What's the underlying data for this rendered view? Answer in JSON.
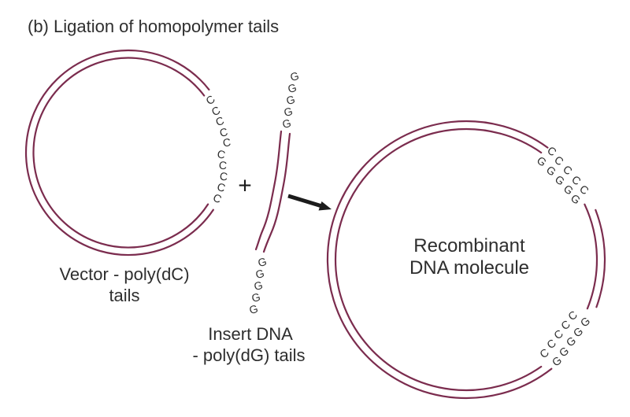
{
  "title": "(b) Ligation of homopolymer tails",
  "operator": "+",
  "colors": {
    "strand": "#7b2c4e",
    "text": "#2e2e2e",
    "dark": "#1c1c1c"
  },
  "vector": {
    "label_line1": "Vector - poly(dC)",
    "label_line2": "tails",
    "tail": [
      "C",
      "C",
      "C",
      "C",
      "C",
      "C",
      "C",
      "C",
      "C",
      "C"
    ]
  },
  "insert": {
    "label_line1": "Insert DNA",
    "label_line2": "- poly(dG) tails",
    "tail_top": [
      "G",
      "G",
      "G",
      "G",
      "G"
    ],
    "tail_bottom": [
      "G",
      "G",
      "G",
      "G",
      "G"
    ]
  },
  "recombinant": {
    "label_line1": "Recombinant",
    "label_line2": "DNA molecule",
    "junction_top": {
      "outer": [
        "C",
        "C",
        "C",
        "C",
        "C"
      ],
      "inner": [
        "G",
        "G",
        "G",
        "G",
        "G"
      ]
    },
    "junction_bottom": {
      "inner": [
        "C",
        "C",
        "C",
        "C",
        "C"
      ],
      "outer": [
        "G",
        "G",
        "G",
        "G",
        "G"
      ]
    }
  }
}
